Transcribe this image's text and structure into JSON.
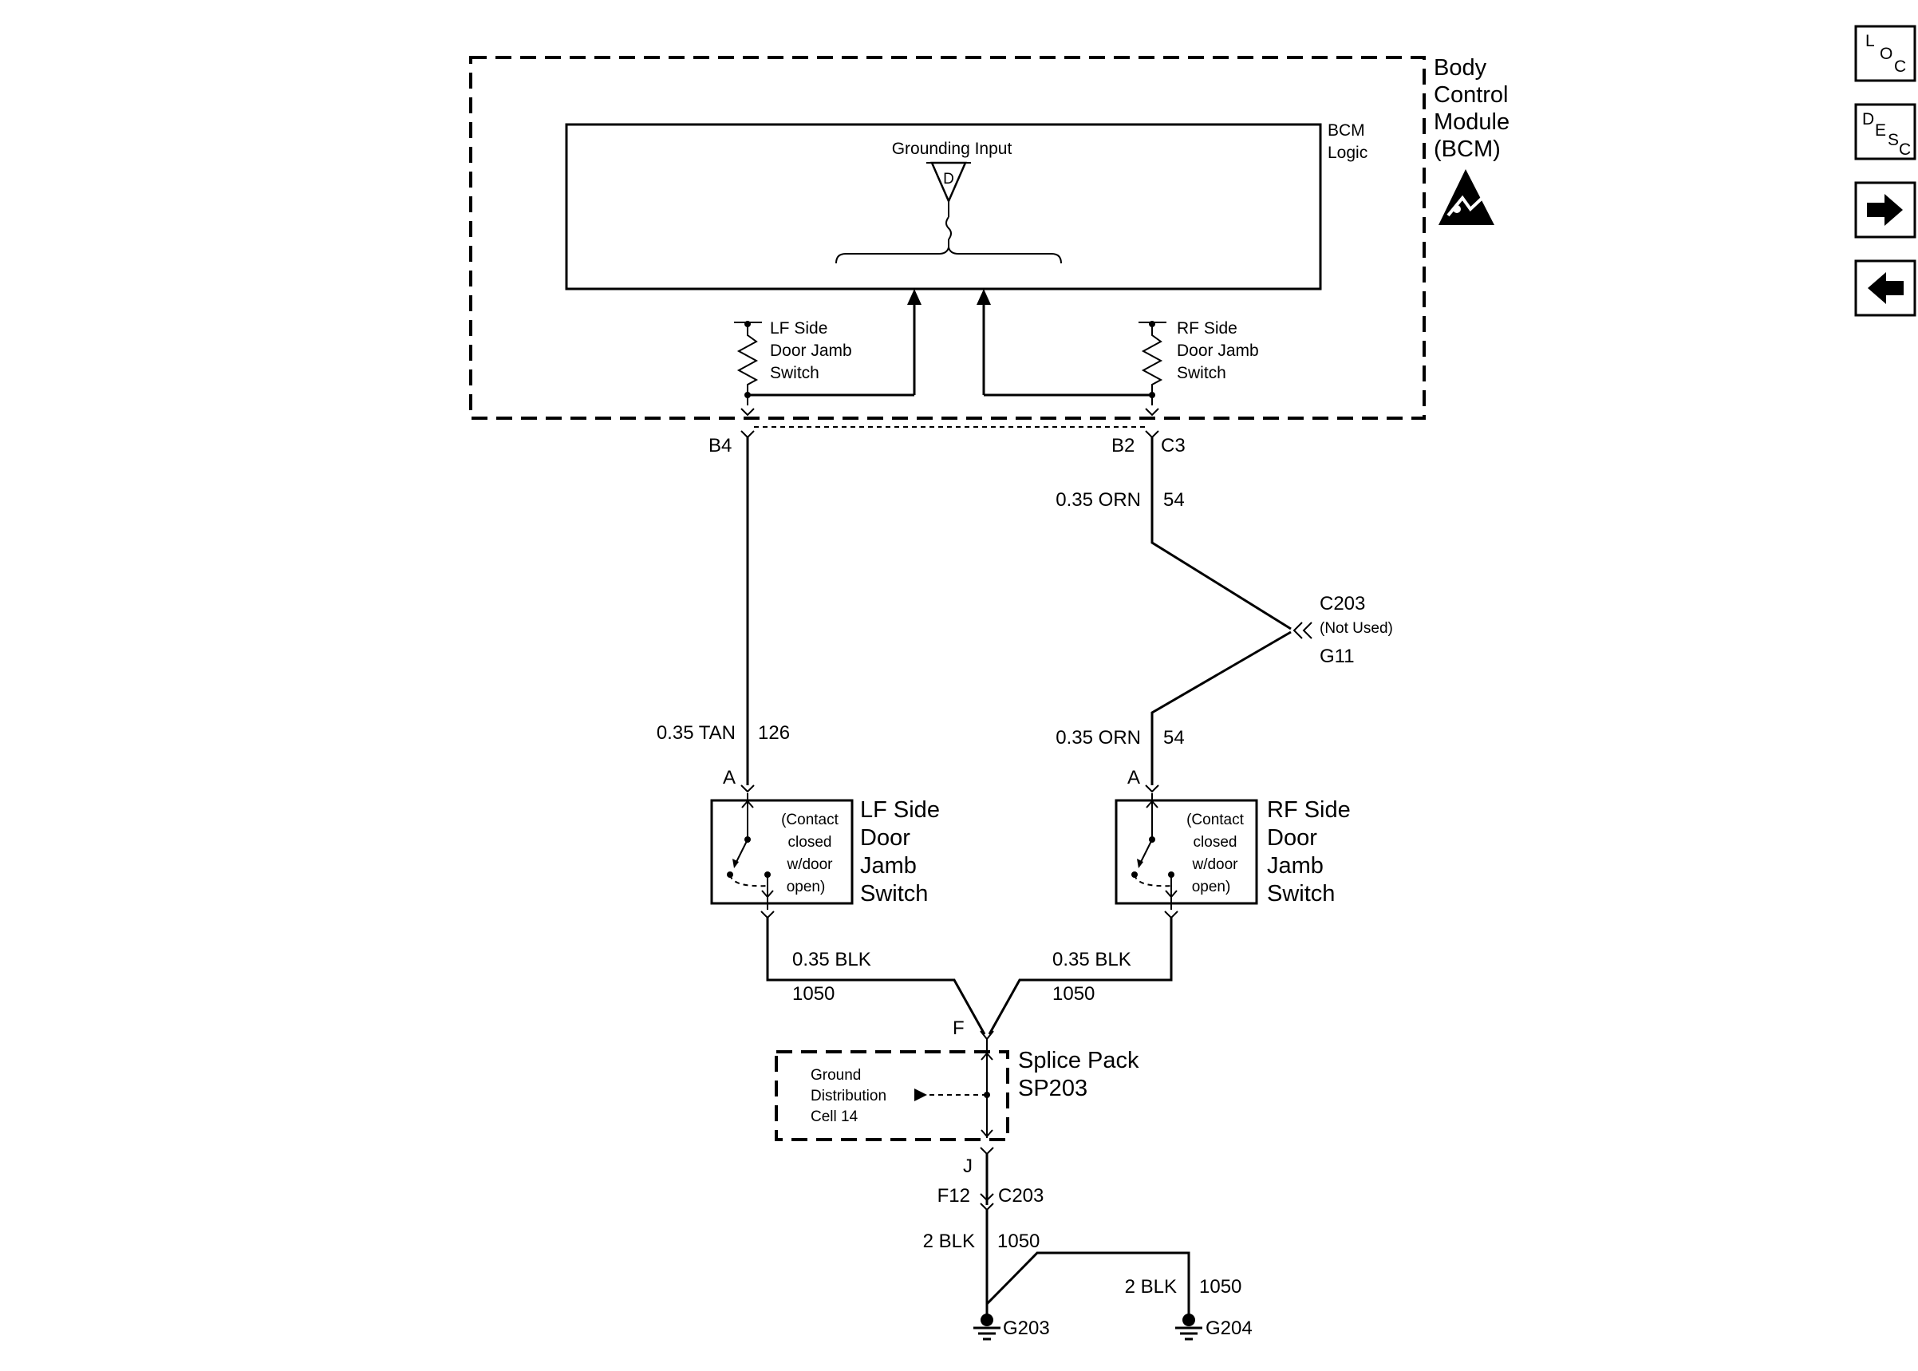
{
  "bcm": {
    "module_name": [
      "Body",
      "Control",
      "Module",
      "(BCM)"
    ],
    "logic_label": [
      "BCM",
      "Logic"
    ],
    "grounding_input": "Grounding Input",
    "input_symbol": "D",
    "lf_internal_switch": [
      "LF Side",
      "Door Jamb",
      "Switch"
    ],
    "rf_internal_switch": [
      "RF Side",
      "Door Jamb",
      "Switch"
    ]
  },
  "pins": {
    "b4": "B4",
    "b2": "B2",
    "c3": "C3",
    "lf_switch_a": "A",
    "rf_switch_a": "A",
    "splice_f": "F",
    "splice_j": "J",
    "f12": "F12",
    "c203_lower": "C203"
  },
  "wires": {
    "rf_upper": {
      "gauge_color": "0.35 ORN",
      "circuit": "54"
    },
    "rf_lower": {
      "gauge_color": "0.35 ORN",
      "circuit": "54"
    },
    "lf": {
      "gauge_color": "0.35 TAN",
      "circuit": "126"
    },
    "lf_ground": {
      "gauge_color": "0.35 BLK",
      "circuit": "1050"
    },
    "rf_ground": {
      "gauge_color": "0.35 BLK",
      "circuit": "1050"
    },
    "main_ground": {
      "gauge_color": "2 BLK",
      "circuit": "1050"
    },
    "g204_ground": {
      "gauge_color": "2 BLK",
      "circuit": "1050"
    }
  },
  "connector_c203": {
    "name": "C203",
    "note": "(Not Used)",
    "pin": "G11"
  },
  "lf_switch": {
    "label": [
      "LF Side",
      "Door",
      "Jamb",
      "Switch"
    ],
    "note": [
      "(Contact",
      "closed",
      "w/door",
      "open)"
    ]
  },
  "rf_switch": {
    "label": [
      "RF Side",
      "Door",
      "Jamb",
      "Switch"
    ],
    "note": [
      "(Contact",
      "closed",
      "w/door",
      "open)"
    ]
  },
  "splice_pack": {
    "label": [
      "Splice Pack",
      "SP203"
    ],
    "cell_ref": [
      "Ground",
      "Distribution",
      "Cell 14"
    ]
  },
  "grounds": {
    "g203": "G203",
    "g204": "G204"
  },
  "nav": {
    "loc": {
      "l": "L",
      "o": "O",
      "c": "C"
    },
    "desc": {
      "d": "D",
      "e": "E",
      "s": "S",
      "c": "C"
    },
    "icons": [
      "esd-warning-icon",
      "arrow-right-icon",
      "arrow-left-icon"
    ]
  }
}
